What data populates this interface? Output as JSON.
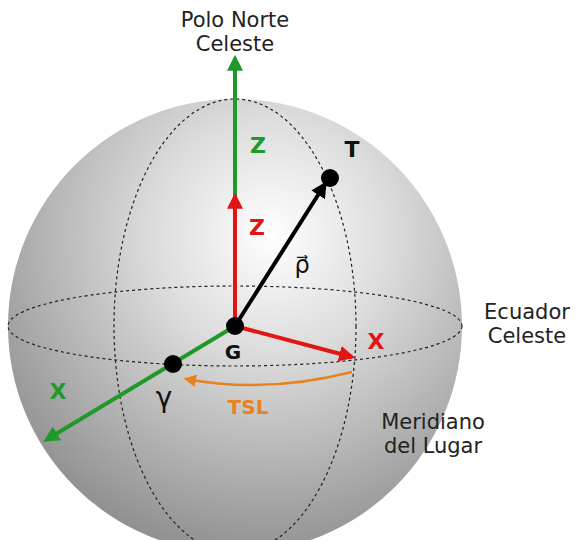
{
  "diagram": {
    "labels": [
      "Polo Norte Celeste",
      "Z",
      "Z",
      "T",
      "ρ⃗",
      "G",
      "X",
      "X",
      "γ",
      "TSL",
      "Ecuador Celeste",
      "Meridiano del Lugar"
    ]
  }
}
